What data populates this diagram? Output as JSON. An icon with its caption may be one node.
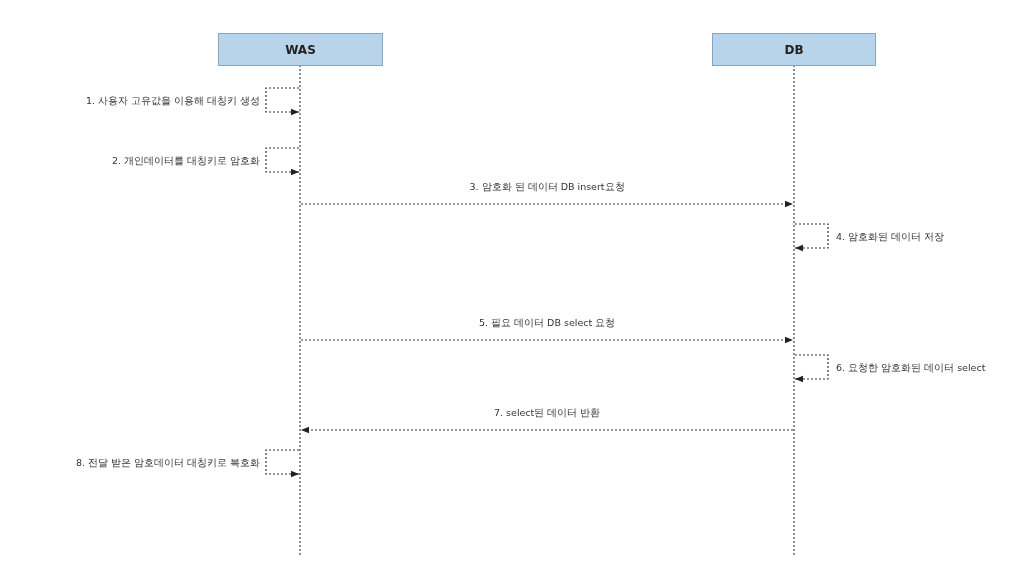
{
  "diagram": {
    "nodes": [
      {
        "text": [
          "WAS"
        ]
      },
      {
        "text": [
          "DB"
        ]
      }
    ],
    "edges": [
      {
        "from": 0,
        "to": 0,
        "arrow": "to",
        "style": "dashed",
        "label": "1. 사용자 고유값을 이용해 대칭키 생성"
      },
      {
        "from": 0,
        "to": 0,
        "arrow": "to",
        "style": "dashed",
        "label": "2. 개인데이터를 대칭키로 암호화"
      },
      {
        "from": 0,
        "to": 1,
        "arrow": "to",
        "style": "dashed",
        "label": "3. 암호화 된 데이터 DB insert요청"
      },
      {
        "from": 1,
        "to": 1,
        "arrow": "to",
        "style": "dashed",
        "label": "4. 암호화된 데이터 저장"
      },
      {
        "from": 0,
        "to": 1,
        "arrow": "to",
        "style": "dashed",
        "label": "5. 필요 데이터 DB select 요청"
      },
      {
        "from": 1,
        "to": 1,
        "arrow": "to",
        "style": "dashed",
        "label": "6. 요청한 암호화된 데이터 select"
      },
      {
        "from": 1,
        "to": 0,
        "arrow": "to",
        "style": "dashed",
        "label": "7. select된 데이터 반환"
      },
      {
        "from": 0,
        "to": 0,
        "arrow": "to",
        "style": "dashed",
        "label": "8. 전달 받은 암호데이터 대칭키로 복호화"
      }
    ]
  }
}
